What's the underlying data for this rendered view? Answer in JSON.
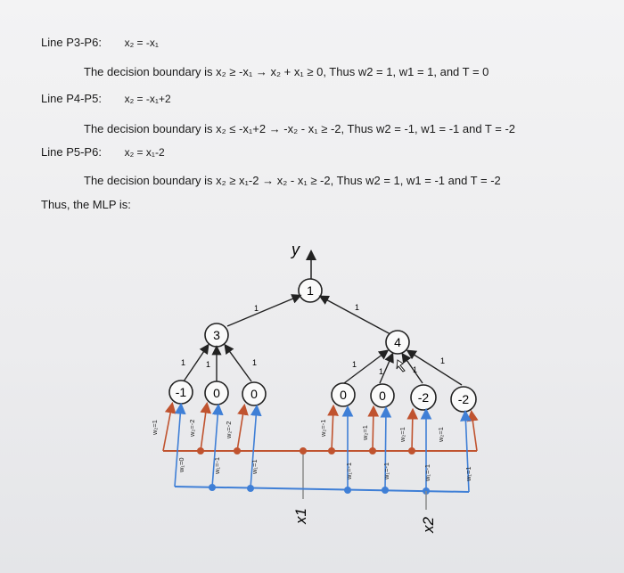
{
  "rows": [
    {
      "label": "Line P3-P6:",
      "equation": "x₂ = -x₁"
    },
    {
      "text": "The decision boundary is x₂ ≥ -x₁ → x₂ + x₁ ≥ 0, Thus w2 = 1, w1 = 1, and T = 0"
    },
    {
      "label": "Line P4-P5:",
      "equation": "x₂ = -x₁+2"
    },
    {
      "text": "The decision boundary is x₂ ≤ -x₁+2 → -x₂ - x₁ ≥ -2, Thus w2 = -1, w1 = -1 and T = -2"
    },
    {
      "label": "Line P5-P6:",
      "equation": "x₂ = x₁-2"
    },
    {
      "text": "The decision boundary is x₂ ≥ x₁-2 → x₂ - x₁ ≥ -2, Thus w2 = 1, w1 = -1 and T = -2"
    }
  ],
  "conclusion": "Thus, the MLP is:",
  "network": {
    "output_label": "y",
    "output_threshold": "1",
    "hidden2_thresholds": [
      "3",
      "4"
    ],
    "hidden1_thresholds": [
      "-1",
      "0",
      "0",
      "0",
      "0",
      "-2",
      "-2"
    ],
    "input_labels": [
      "x1",
      "x2"
    ],
    "weight_labels": {
      "top": [
        "1",
        "1"
      ],
      "left_group": [
        "1",
        "1",
        "1"
      ],
      "right_group": [
        "1",
        "1",
        "1",
        "1"
      ],
      "x2_weights": [
        "w₂=1",
        "w₂=-2",
        "w₂=-2",
        "w₂=-1",
        "w₂=1",
        "w₂=1",
        "w₂=1"
      ],
      "x1_weights": [
        "w₁=0",
        "w₁=-1",
        "w₁=1",
        "w₁=-1",
        "w₁=-1",
        "w₁=-1",
        "w₁=1"
      ]
    },
    "colors": {
      "x1_line": "#c0532f",
      "x2_line": "#3f7fd6",
      "node_outline": "#222222"
    }
  }
}
